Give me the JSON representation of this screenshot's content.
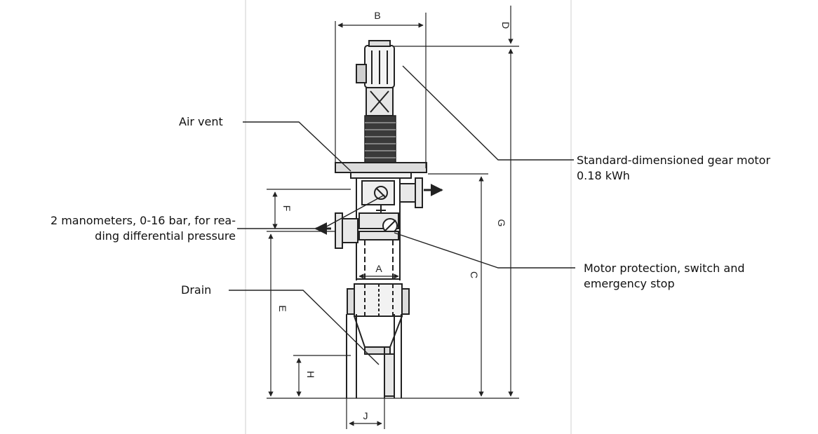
{
  "diagram": {
    "labels": {
      "air_vent": "Air vent",
      "gear_motor_line1": "Standard-dimensioned gear motor",
      "gear_motor_line2": "0.18 kWh",
      "manometers_line1": "2 manometers, 0-16 bar, for rea-",
      "manometers_line2": "ding differential pressure",
      "motor_protection_line1": "Motor protection, switch and",
      "motor_protection_line2": "emergency stop",
      "drain": "Drain"
    },
    "dimensions": {
      "A": "A",
      "B": "B",
      "C": "C",
      "D": "D",
      "E": "E",
      "F": "F",
      "G": "G",
      "H": "H",
      "J": "J"
    }
  }
}
